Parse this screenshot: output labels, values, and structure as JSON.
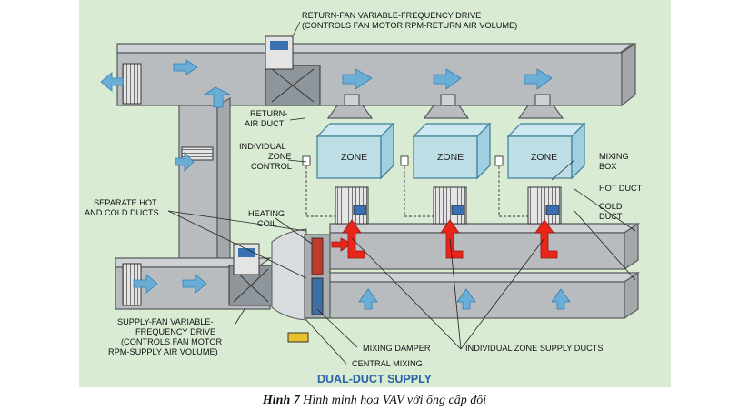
{
  "labels": {
    "return_fan_vfd_1": "RETURN-FAN VARIABLE-FREQUENCY DRIVE",
    "return_fan_vfd_2": "(CONTROLS FAN MOTOR RPM-RETURN AIR VOLUME)",
    "return_air_duct_1": "RETURN-",
    "return_air_duct_2": "AIR DUCT",
    "individual_zone_control_1": "INDIVIDUAL",
    "individual_zone_control_2": "ZONE",
    "individual_zone_control_3": "CONTROL",
    "zone": "ZONE",
    "mixing_box_1": "MIXING",
    "mixing_box_2": "BOX",
    "hot_duct": "HOT DUCT",
    "cold_duct_1": "COLD",
    "cold_duct_2": "DUCT",
    "separate_ducts_1": "SEPARATE HOT",
    "separate_ducts_2": "AND COLD DUCTS",
    "heating_coil_1": "HEATING",
    "heating_coil_2": "COIL",
    "supply_fan_vfd_1": "SUPPLY-FAN VARIABLE-",
    "supply_fan_vfd_2": "FREQUENCY DRIVE",
    "supply_fan_vfd_3": "(CONTROLS FAN MOTOR",
    "supply_fan_vfd_4": "RPM-SUPPLY AIR VOLUME)",
    "mixing_damper": "MIXING DAMPER",
    "central_mixing": "CENTRAL MIXING",
    "zone_supply_ducts": "INDIVIDUAL ZONE SUPPLY DUCTS",
    "diagram_title": "DUAL-DUCT SUPPLY"
  },
  "caption": {
    "prefix": "Hình 7",
    "text": " Hình minh họa VAV với ống cấp đôi"
  },
  "colors": {
    "background": "#d9ecd3",
    "duct_fill": "#b9bcbf",
    "duct_stroke": "#555a5e",
    "zone_box": "#b7dce8",
    "air_arrow": "#6aaed6",
    "hot_arrow": "#e8261c",
    "title": "#2a62a8"
  }
}
